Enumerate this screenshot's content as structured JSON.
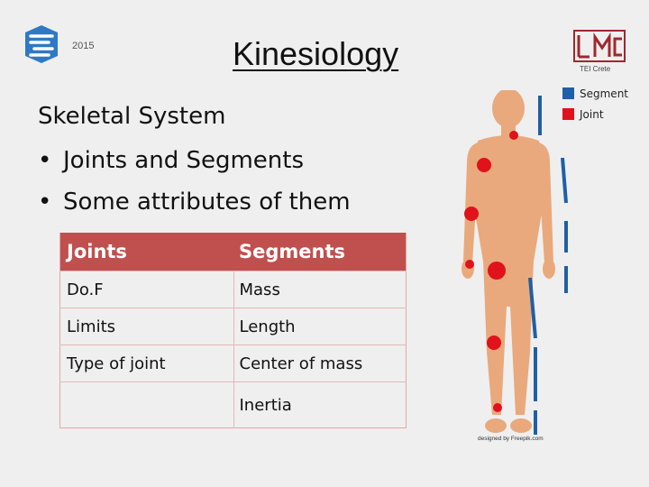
{
  "header": {
    "year": "2015",
    "title": "Kinesiology",
    "right_logo_caption": "TEI Crete"
  },
  "legend": {
    "items": [
      {
        "label": "Segment",
        "color": "#1f5fa6"
      },
      {
        "label": "Joint",
        "color": "#e0121b"
      }
    ]
  },
  "content": {
    "heading": "Skeletal System",
    "bullet_char": "•",
    "bullets": [
      "Joints and Segments",
      "Some attributes of them"
    ]
  },
  "table": {
    "headers": [
      "Joints",
      "Segments"
    ],
    "rows": [
      [
        "Do.F",
        "Mass"
      ],
      [
        "Limits",
        "Length"
      ],
      [
        "Type of joint",
        "Center of mass"
      ],
      [
        "",
        "Inertia"
      ]
    ],
    "header_color": "#c0504d"
  },
  "figure": {
    "credit": "designed by Freepik.com",
    "skin_color": "#e9a97c",
    "joint_color": "#e0121b",
    "segment_color": "#1f5fa6"
  },
  "icons": {
    "left_logo": "university-logo-icon",
    "right_logo": "lab-logo-icon"
  }
}
